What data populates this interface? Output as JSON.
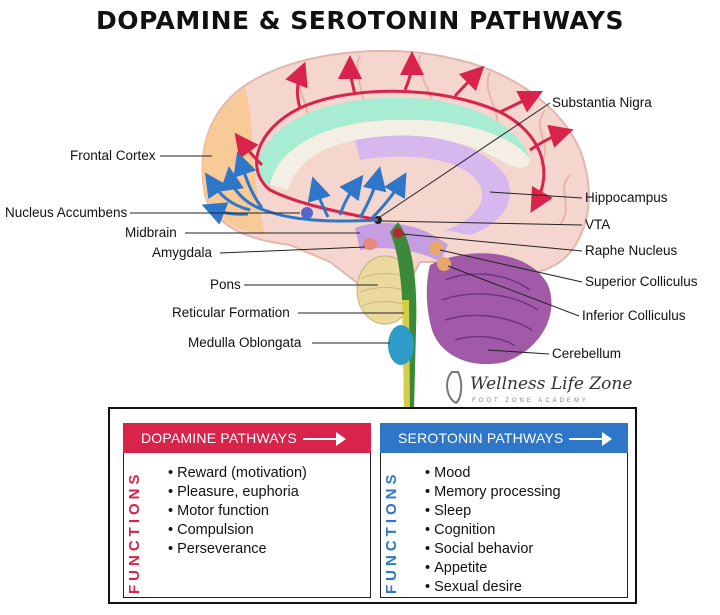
{
  "title": "DOPAMINE & SEROTONIN PATHWAYS",
  "colors": {
    "dopamine": "#d9234a",
    "serotonin": "#2d76c8",
    "brainstem": "#3a8a3a",
    "cerebellum": "#8a4a9a"
  },
  "labels": {
    "frontal_cortex": "Frontal Cortex",
    "nucleus_accumbens": "Nucleus Accumbens",
    "midbrain": "Midbrain",
    "amygdala": "Amygdala",
    "pons": "Pons",
    "reticular_formation": "Reticular Formation",
    "medulla_oblongata": "Medulla Oblongata",
    "substantia_nigra": "Substantia Nigra",
    "hippocampus": "Hippocampus",
    "vta": "VTA",
    "raphe_nucleus": "Raphe Nucleus",
    "superior_colliculus": "Superior Colliculus",
    "inferior_colliculus": "Inferior Colliculus",
    "cerebellum": "Cerebellum"
  },
  "logo": {
    "name": "Wellness Life Zone",
    "tagline": "FOOT ZONE ACADEMY"
  },
  "dopamine": {
    "header": "DOPAMINE PATHWAYS",
    "side_label": "FUNCTIONS",
    "items": [
      "Reward (motivation)",
      "Pleasure, euphoria",
      "Motor function",
      "Compulsion",
      "Perseverance"
    ]
  },
  "serotonin": {
    "header": "SEROTONIN PATHWAYS",
    "side_label": "FUNCTIONS",
    "items": [
      "Mood",
      "Memory processing",
      "Sleep",
      "Cognition",
      "Social behavior",
      "Appetite",
      "Sexual desire"
    ]
  }
}
